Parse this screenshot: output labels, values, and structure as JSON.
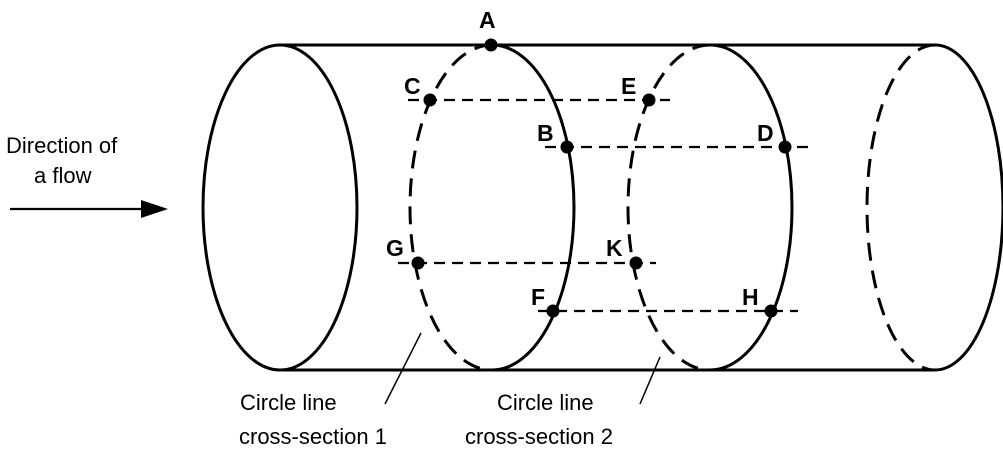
{
  "flow_label": {
    "line1": "Direction of",
    "line2": "a flow"
  },
  "points": {
    "A": "A",
    "B": "B",
    "C": "C",
    "D": "D",
    "E": "E",
    "F": "F",
    "G": "G",
    "H": "H",
    "K": "K"
  },
  "cross_section_1": {
    "line1": "Circle line",
    "line2": "cross-section 1"
  },
  "cross_section_2": {
    "line1": "Circle line",
    "line2": "cross-section 2"
  }
}
